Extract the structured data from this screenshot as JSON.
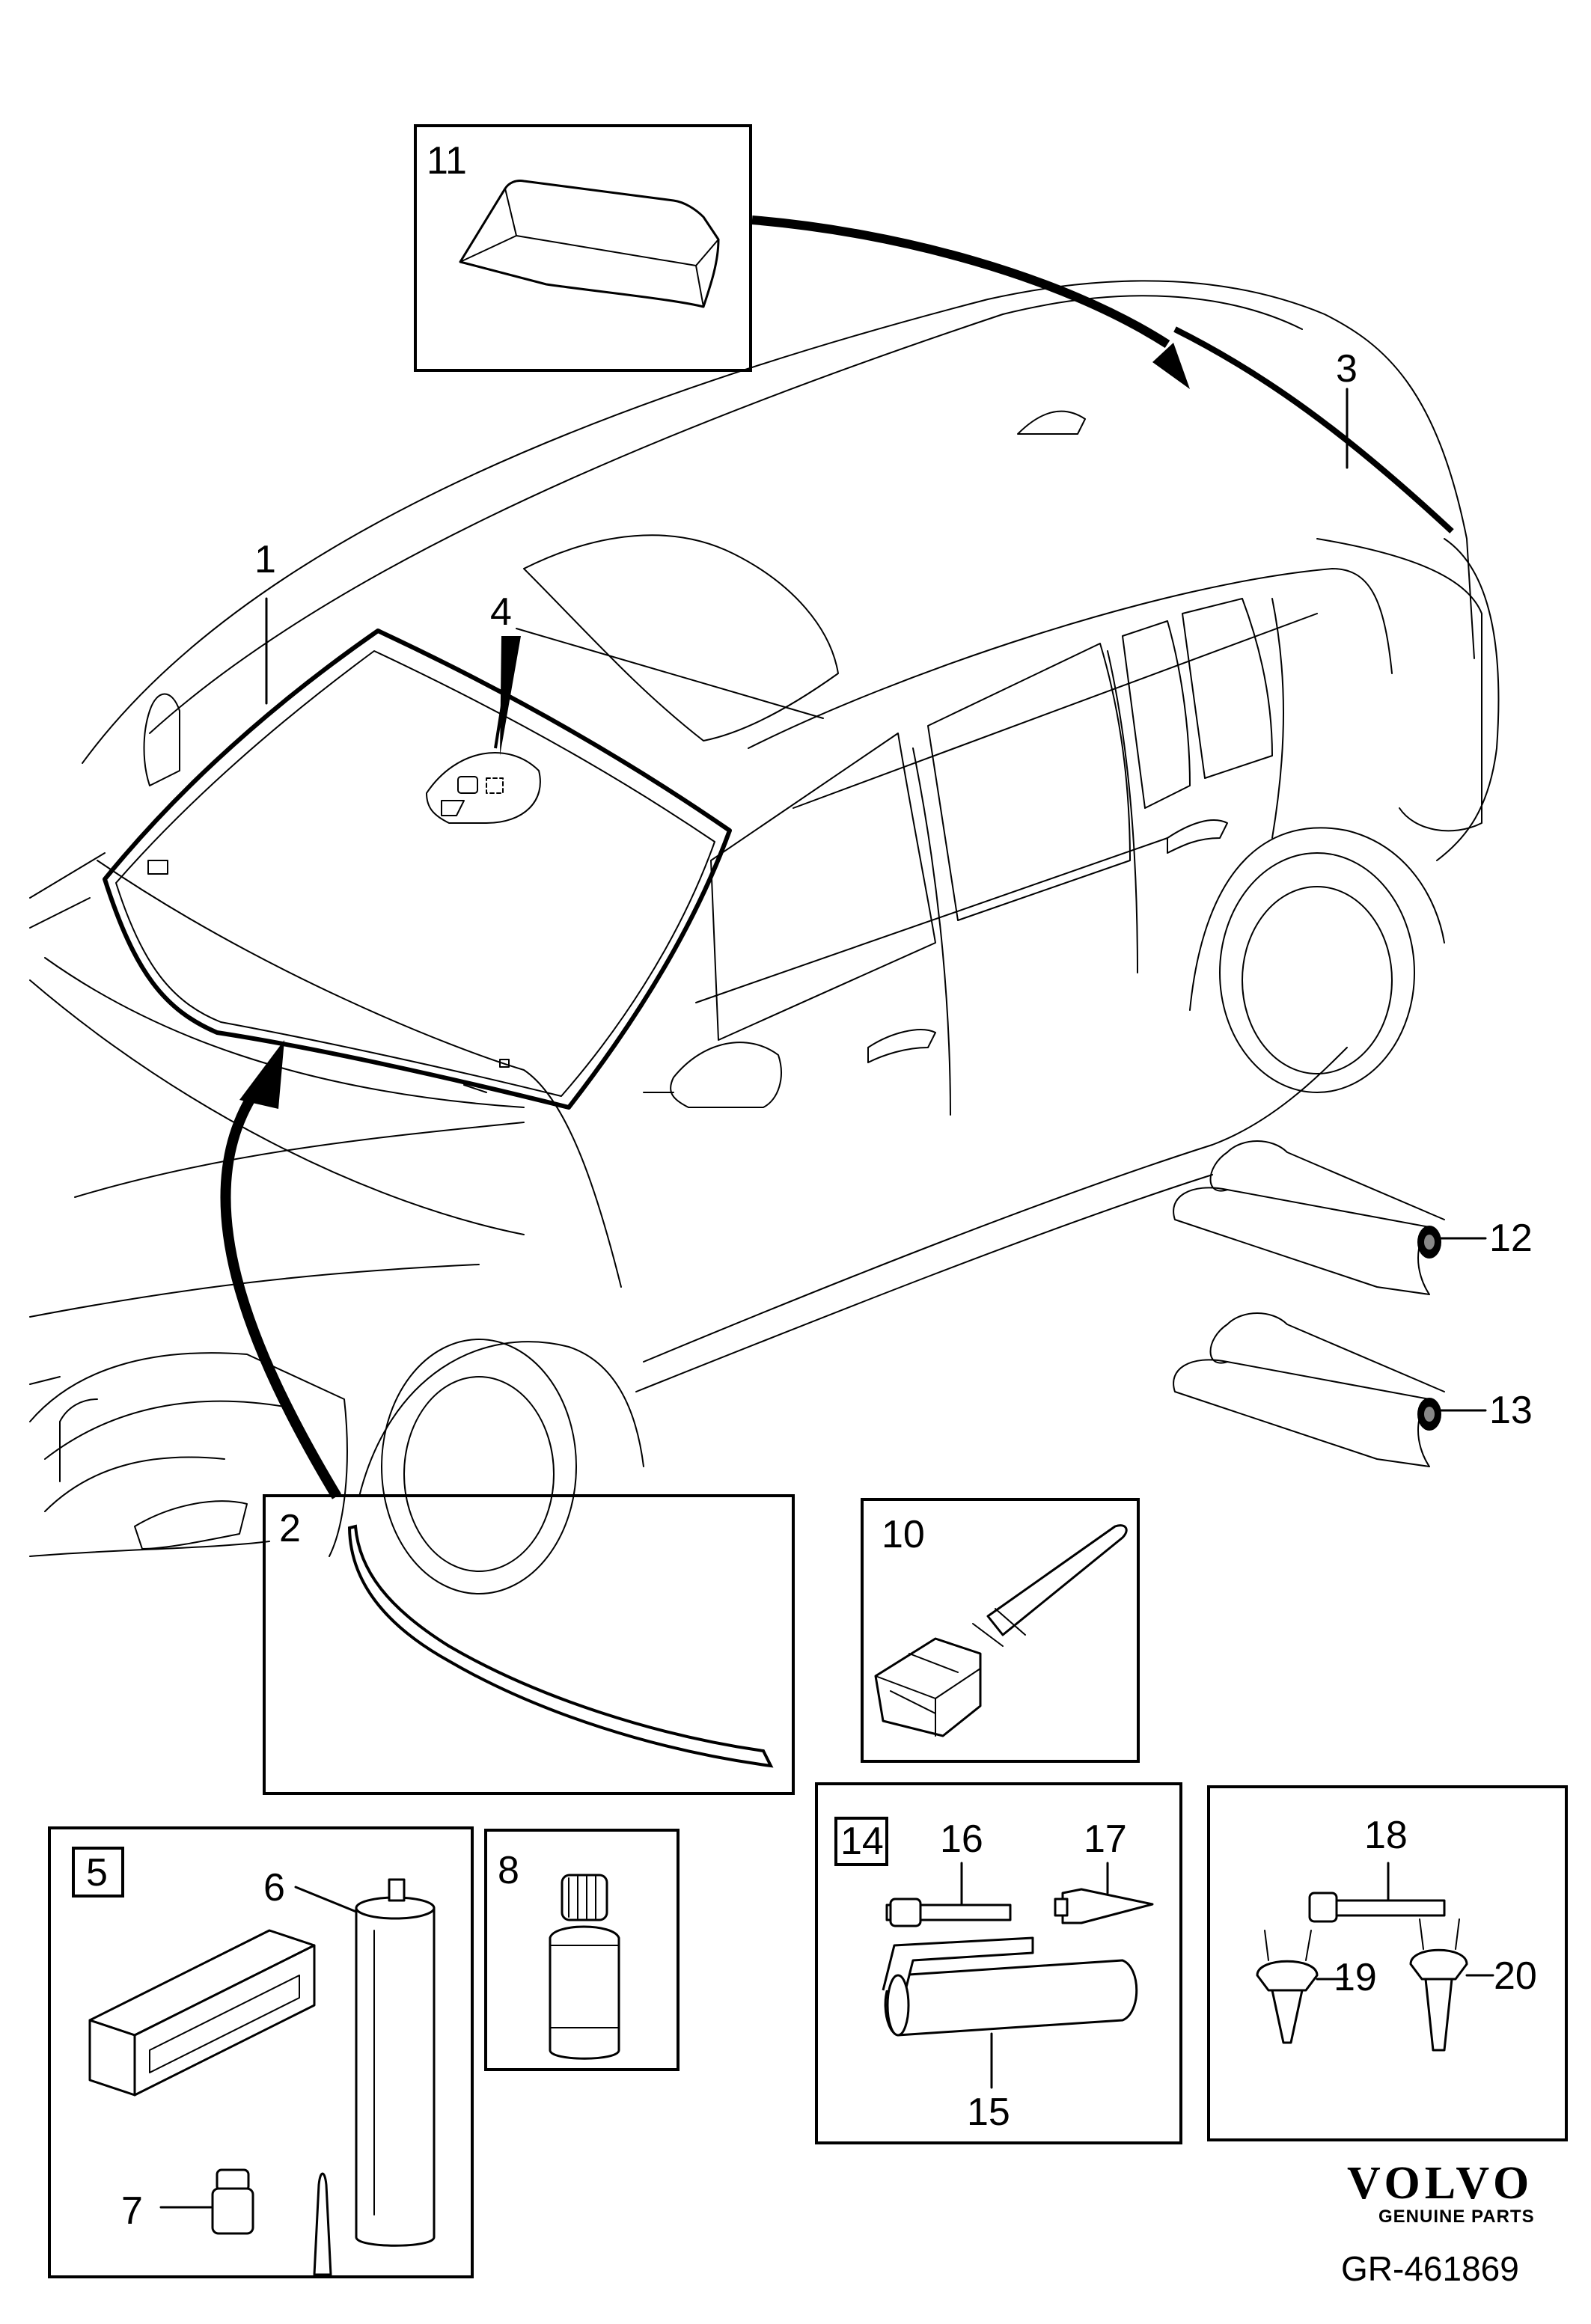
{
  "callouts": {
    "c1": "1",
    "c2": "2",
    "c3": "3",
    "c4": "4",
    "c5": "5",
    "c6": "6",
    "c7": "7",
    "c8": "8",
    "c10": "10",
    "c11": "11",
    "c12": "12",
    "c13": "13",
    "c14": "14",
    "c15": "15",
    "c16": "16",
    "c17": "17",
    "c18": "18",
    "c19": "19",
    "c20": "20"
  },
  "branding": {
    "logo_text": "VOLVO",
    "tagline": "GENUINE PARTS",
    "diagram_code": "GR-461869"
  }
}
